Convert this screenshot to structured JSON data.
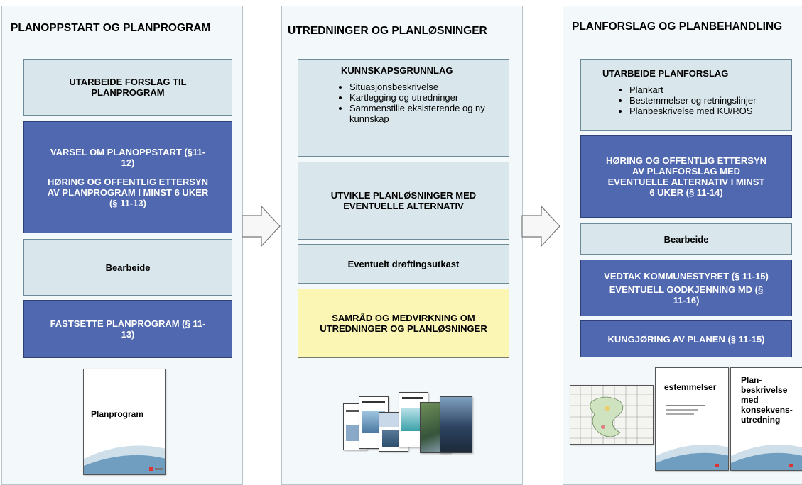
{
  "columns": [
    {
      "title": "PLANOPPSTART OG PLANPROGRAM",
      "boxes": {
        "b1": "UTARBEIDE FORSLAG TIL PLANPROGRAM",
        "b2a": "VARSEL OM PLANOPPSTART (§11-12)",
        "b2b": "HØRING OG OFFENTLIG ETTERSYN AV PLANPROGRAM I MINST 6 UKER (§ 11-13)",
        "b3": "Bearbeide",
        "b4": "FASTSETTE PLANPROGRAM (§ 11-13)"
      },
      "doc_title": "Planprogram"
    },
    {
      "title": "UTREDNINGER OG PLANLØSNINGER",
      "boxes": {
        "b1_title": "KUNNSKAPSGRUNNLAG",
        "b1_items": [
          "Situasjonsbeskrivelse",
          "Kartlegging og utredninger",
          "Sammenstille eksisterende og ny kunnskap"
        ],
        "b2": "UTVIKLE PLANLØSNINGER MED EVENTUELLE ALTERNATIV",
        "b3": "Eventuelt drøftingsutkast",
        "b4": "SAMRÅD OG MEDVIRKNING OM UTREDNINGER OG PLANLØSNINGER"
      }
    },
    {
      "title": "PLANFORSLAG OG PLANBEHANDLING",
      "boxes": {
        "b1_title": "UTARBEIDE PLANFORSLAG",
        "b1_items": [
          "Plankart",
          "Bestemmelser og retningslinjer",
          "Planbeskrivelse med KU/ROS"
        ],
        "b2": "HØRING OG OFFENTLIG ETTERSYN AV PLANFORSLAG MED EVENTUELLE ALTERNATIV I MINST 6 UKER (§ 11-14)",
        "b3": "Bearbeide",
        "b4a": "VEDTAK KOMMUNESTYRET (§ 11-15)",
        "b4b": "EVENTUELL GODKJENNING MD (§ 11-16)",
        "b5": "KUNGJØRING AV PLANEN (§ 11-15)"
      },
      "doc2_title": "estemmelser",
      "doc3_title": "Plan-beskrivelse med konsekvens-utredning"
    }
  ],
  "colors": {
    "light": "#d9e7ec",
    "dark": "#5068af",
    "yellow": "#fbf6b4",
    "column_bg": "#f3f8fb"
  }
}
